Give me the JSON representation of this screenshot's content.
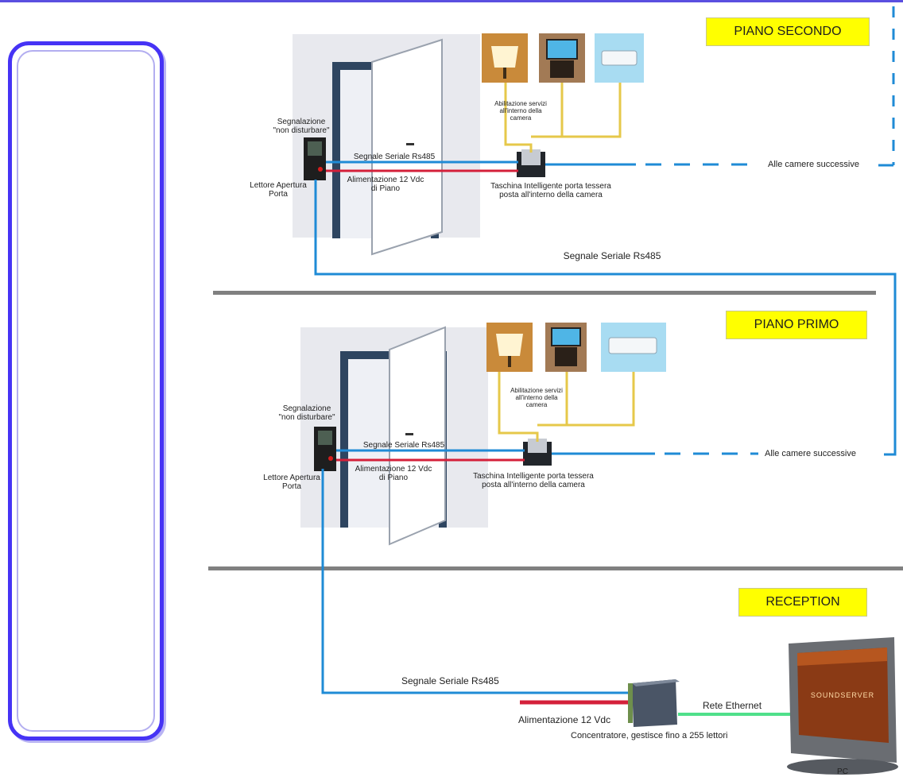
{
  "floors": {
    "second": {
      "title": "PIANO SECONDO",
      "dnd_label": "Segnalazione\n\"non disturbare\"",
      "reader_label": "Lettore Apertura\nPorta",
      "serial_label": "Segnale Seriale Rs485",
      "power_label": "Alimentazione 12 Vdc\ndi Piano",
      "services_label": "Abilitazione servizi\nall'interno della\ncamera",
      "pocket_label": "Taschina Intelligente porta tessera\nposta all'interno della camera",
      "next_rooms_label": "Alle camere successive"
    },
    "first": {
      "title": "PIANO PRIMO",
      "dnd_label": "Segnalazione\n\"non disturbare\"",
      "reader_label": "Lettore Apertura\nPorta",
      "serial_label": "Segnale Seriale Rs485",
      "power_label": "Alimentazione 12 Vdc\ndi Piano",
      "services_label": "Abilitazione servizi\nall'interno della\ncamera",
      "pocket_label": "Taschina Intelligente porta tessera\nposta all'interno della camera",
      "next_rooms_label": "Alle camere successive"
    },
    "reception": {
      "title": "RECEPTION",
      "serial_label": "Segnale Seriale Rs485",
      "power_label": "Alimentazione 12 Vdc",
      "ethernet_label": "Rete Ethernet",
      "concentrator_label": "Concentratore, gestisce fino a 255 lettori",
      "pc_label": "PC",
      "pc_screen_text": "SOUNDSERVER"
    }
  },
  "riser_label": "Segnale Seriale Rs485",
  "colors": {
    "serial": "#1f8bd6",
    "power": "#d4203a",
    "services": "#e6c84a",
    "ethernet": "#4fe08a",
    "label_bg": "#ffff00",
    "panel_border": "#4633f5"
  }
}
